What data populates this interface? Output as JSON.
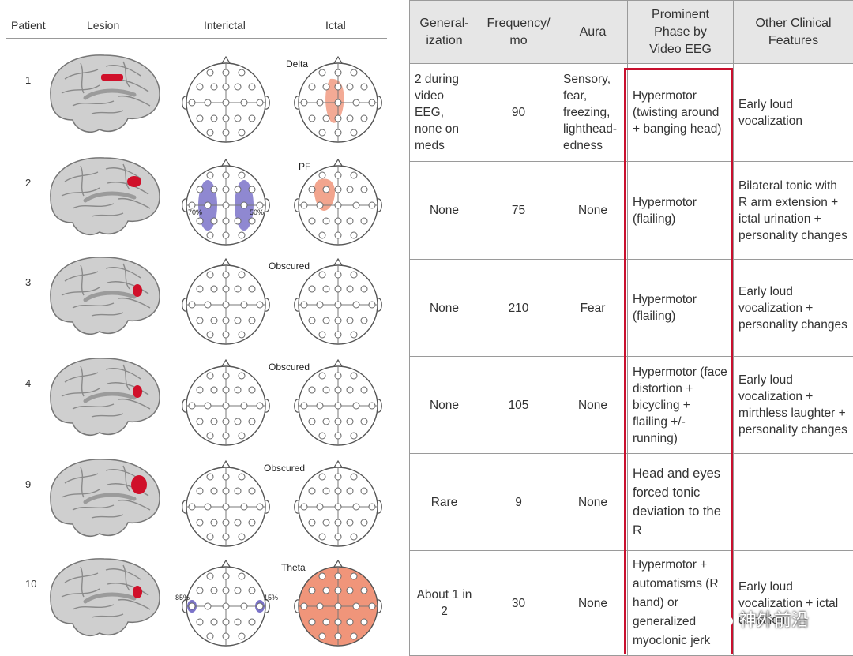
{
  "left_panel": {
    "headers": {
      "patient": "Patient",
      "lesion": "Lesion",
      "interictal": "Interictal",
      "ictal": "Ictal"
    },
    "rows": [
      {
        "patient": "1",
        "ictal_label": "Delta",
        "interictal_labels": []
      },
      {
        "patient": "2",
        "ictal_label": "PF",
        "interictal_labels": [
          "70%",
          "50%"
        ]
      },
      {
        "patient": "3",
        "ictal_label": "Obscured",
        "interictal_labels": []
      },
      {
        "patient": "4",
        "ictal_label": "Obscured",
        "interictal_labels": []
      },
      {
        "patient": "9",
        "ictal_label": "Obscured",
        "interictal_labels": []
      },
      {
        "patient": "10",
        "ictal_label": "Theta",
        "interictal_labels": [
          "85%",
          "15%"
        ]
      }
    ],
    "colors": {
      "lesion": "#d0102a",
      "interictal": "#7b73c9",
      "ictal": "#f0957a"
    }
  },
  "table": {
    "headers": [
      "General-\nization",
      "Frequency/\nmo",
      "Aura",
      "Prominent\nPhase by\nVideo EEG",
      "Other Clinical\nFeatures"
    ],
    "rows": [
      {
        "generalization": "2 during video EEG, none on meds",
        "frequency": "90",
        "aura": "Sensory, fear, freezing, lighthead-edness",
        "phase": "Hypermotor (twisting around + banging head)",
        "other": "Early loud vocalization"
      },
      {
        "generalization": "None",
        "frequency": "75",
        "aura": "None",
        "phase": "Hypermotor (flailing)",
        "other": "Bilateral tonic with R arm extension + ictal urination + personality changes"
      },
      {
        "generalization": "None",
        "frequency": "210",
        "aura": "Fear",
        "phase": "Hypermotor (flailing)",
        "other": "Early loud vocalization + personality changes"
      },
      {
        "generalization": "None",
        "frequency": "105",
        "aura": "None",
        "phase": "Hypermotor (face distortion + bicycling + flailing +/- running)",
        "other": "Early loud vocalization + mirthless laughter + personality changes"
      },
      {
        "generalization": "Rare",
        "frequency": "9",
        "aura": "None",
        "phase": "Head and eyes forced tonic deviation to the R",
        "other": ""
      },
      {
        "generalization": "About 1 in 2",
        "frequency": "30",
        "aura": "None",
        "phase": "Hypermotor + automatisms (R hand) or generalized myoclonic jerk",
        "other": "Early loud vocalization + ictal urination"
      }
    ],
    "highlight_color": "#c8102e"
  },
  "watermark": {
    "text": "神外前沿",
    "icon": "wechat-icon"
  }
}
